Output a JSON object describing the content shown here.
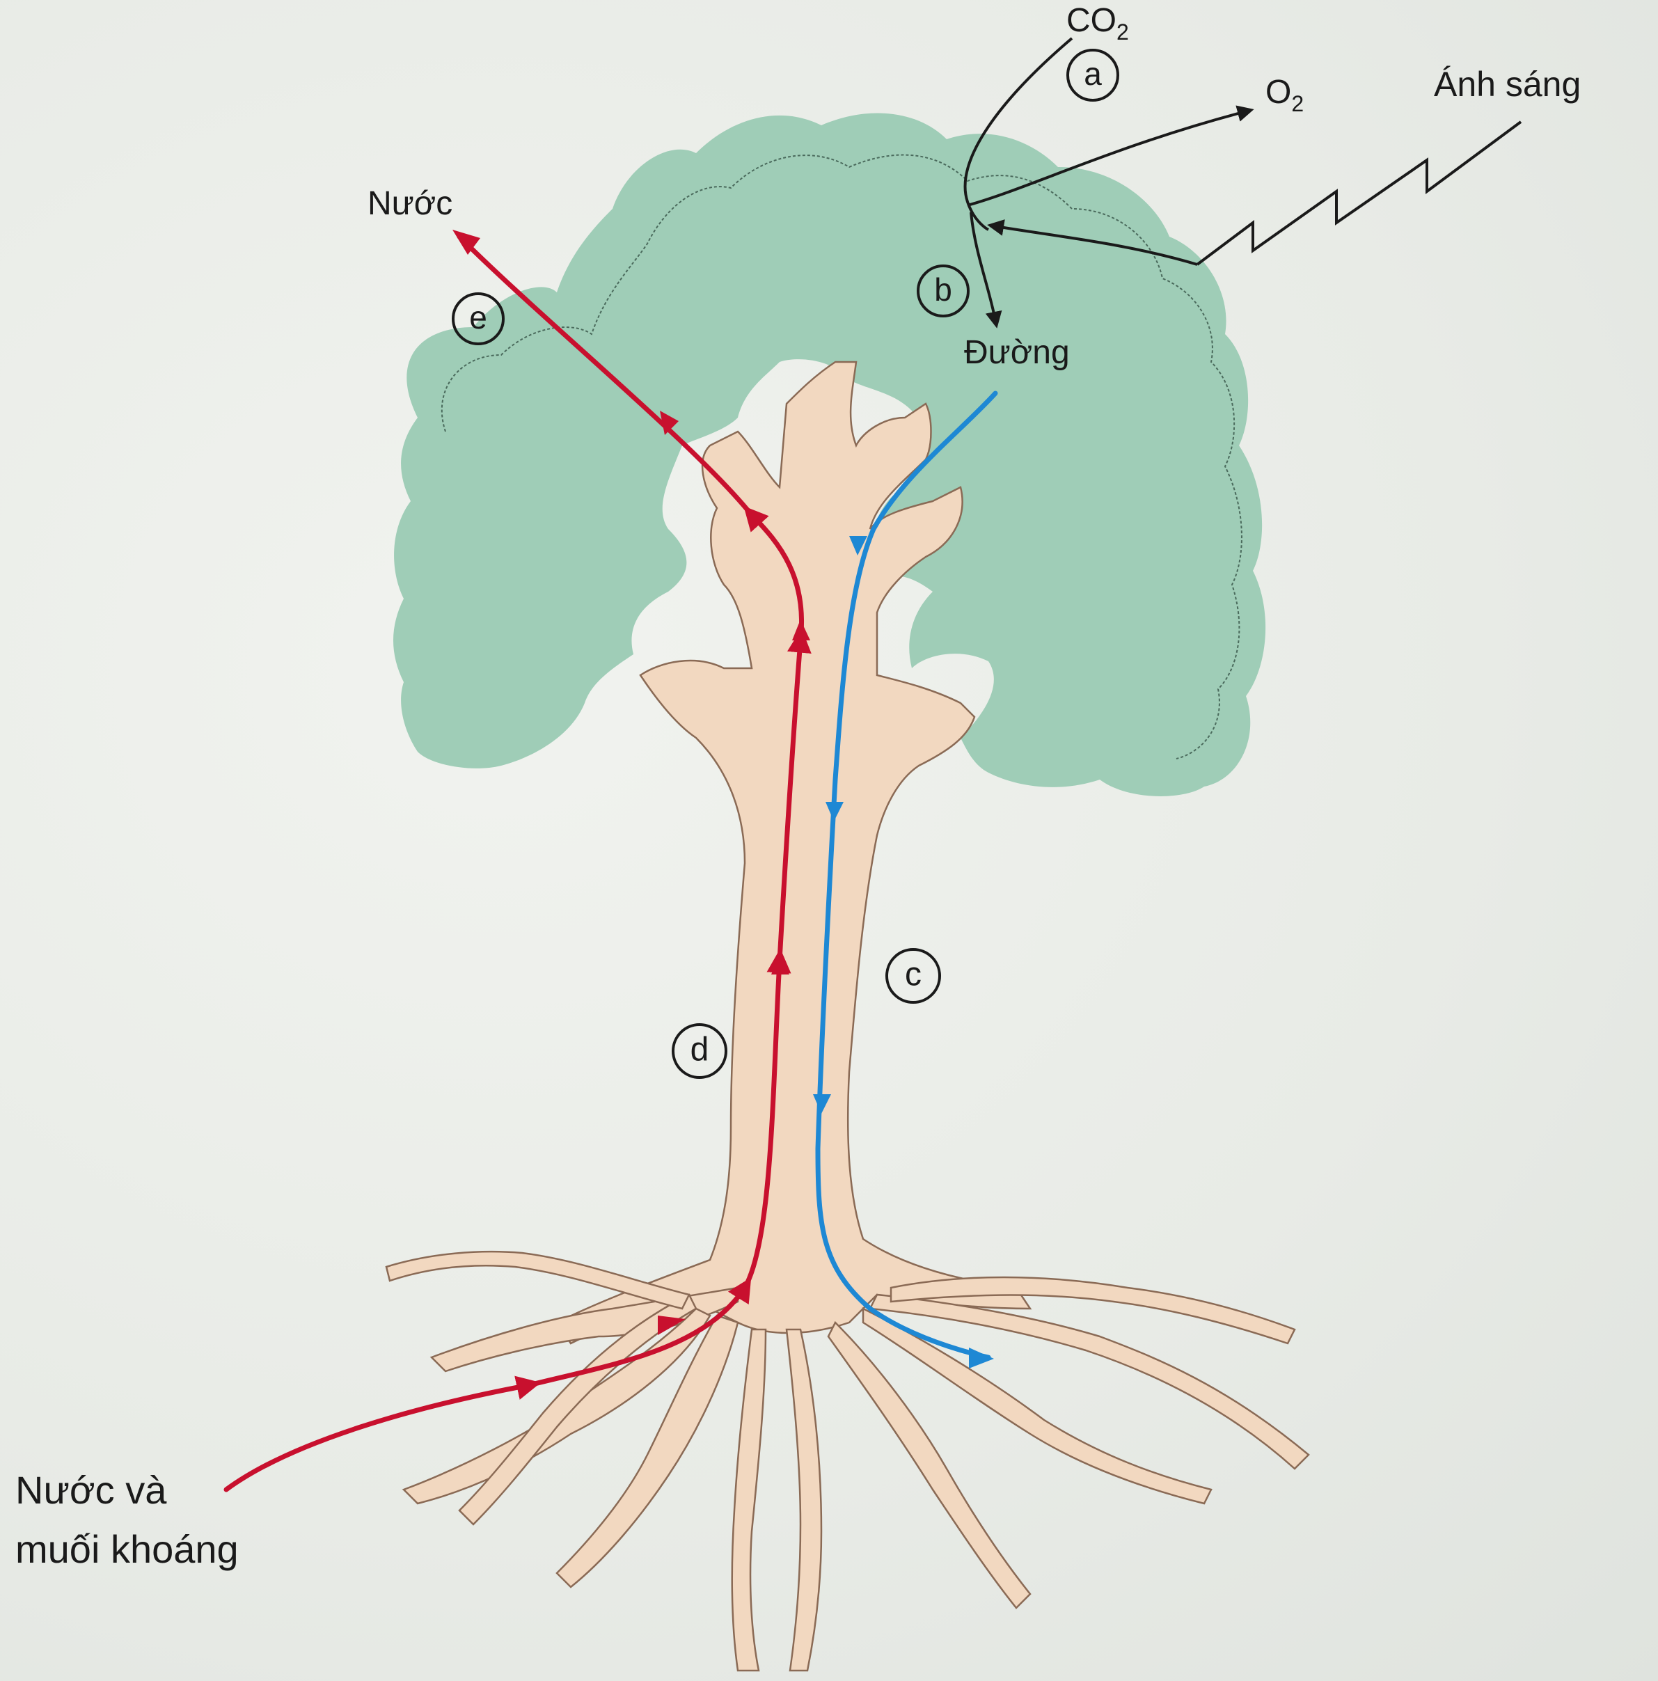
{
  "labels": {
    "co2": "CO",
    "co2_sub": "2",
    "o2": "O",
    "o2_sub": "2",
    "light": "Ánh sáng",
    "water_top": "Nước",
    "sugar": "Đường",
    "water_minerals_line1": "Nước và",
    "water_minerals_line2": "muối khoáng"
  },
  "markers": {
    "a": "a",
    "b": "b",
    "c": "c",
    "d": "d",
    "e": "e"
  },
  "colors": {
    "canopy": "#9fcdb7",
    "wood": "#f2d8c0",
    "xylem_red": "#c8102e",
    "phloem_blue": "#1e88d4",
    "ink": "#1a1a1a"
  }
}
